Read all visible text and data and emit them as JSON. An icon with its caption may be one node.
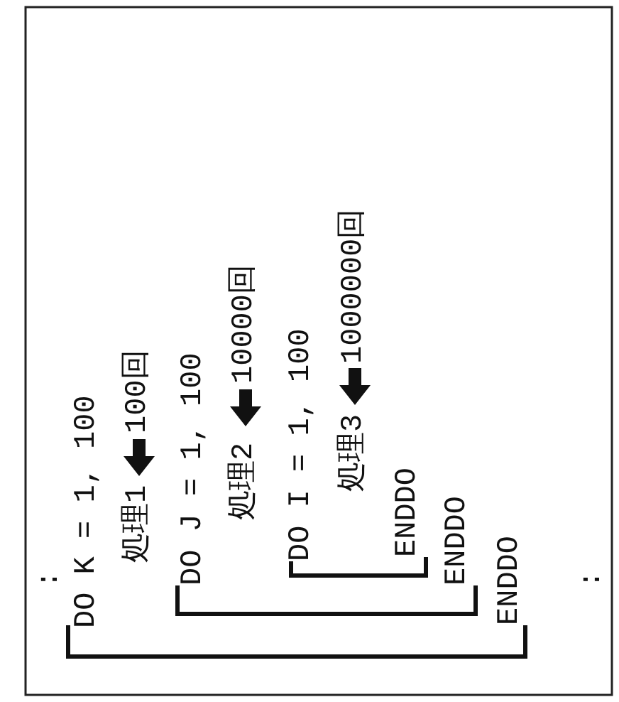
{
  "diagram": {
    "labels": [
      ":",
      "DO K = 1, 100",
      "処理1",
      "100回",
      "DO J = 1, 100",
      "処理2",
      "10000回",
      "DO I = 1, 100",
      "処理3",
      "1000000回",
      "ENDDO",
      "ENDDO",
      "ENDDO",
      ":"
    ]
  }
}
